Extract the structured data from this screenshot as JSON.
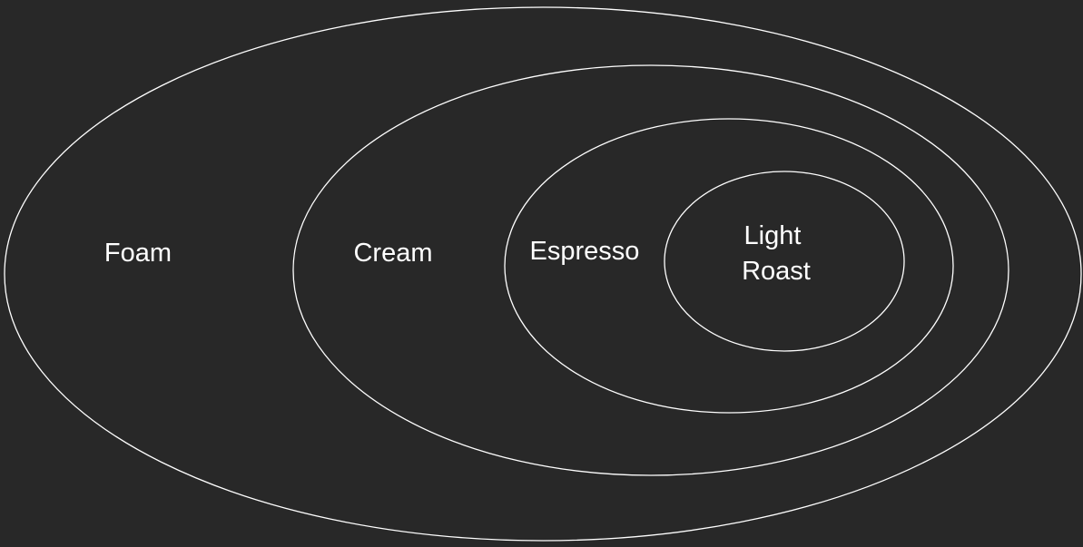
{
  "diagram": {
    "type": "nested-ellipses",
    "background_color": "#282828",
    "stroke_color": "#ffffff",
    "text_color": "#ffffff",
    "layers": [
      {
        "label": [
          "Foam"
        ]
      },
      {
        "label": [
          "Cream"
        ]
      },
      {
        "label": [
          "Espresso"
        ]
      },
      {
        "label": [
          "Light",
          "Roast"
        ]
      }
    ]
  }
}
